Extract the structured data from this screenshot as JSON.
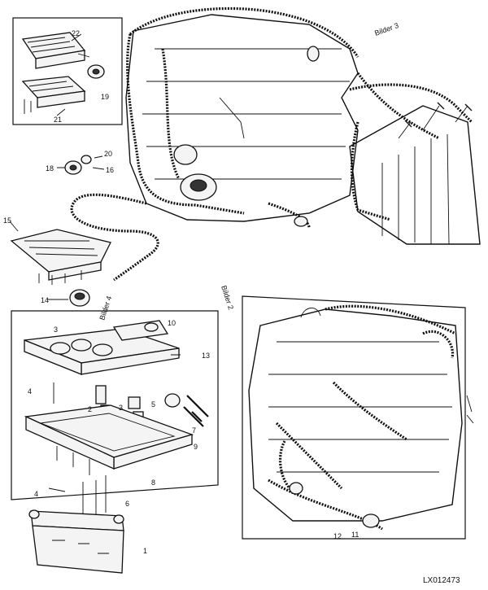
{
  "figure_code": "LX012473",
  "callouts": {
    "top_inset": [
      "22",
      "19",
      "21"
    ],
    "mid_left": [
      "18",
      "20",
      "16"
    ],
    "left_console": [
      "15",
      "14"
    ],
    "right_inset": [
      "11",
      "12"
    ],
    "lower_inset": [
      "3",
      "10",
      "13",
      "4",
      "2",
      "3",
      "5",
      "7",
      "8",
      "9",
      "4",
      "6",
      "1"
    ]
  },
  "rotated_labels": {
    "top_right_note": "Bilder 3",
    "left_vertical": "Bilder 4",
    "right_vertical": "Bilder 2"
  }
}
